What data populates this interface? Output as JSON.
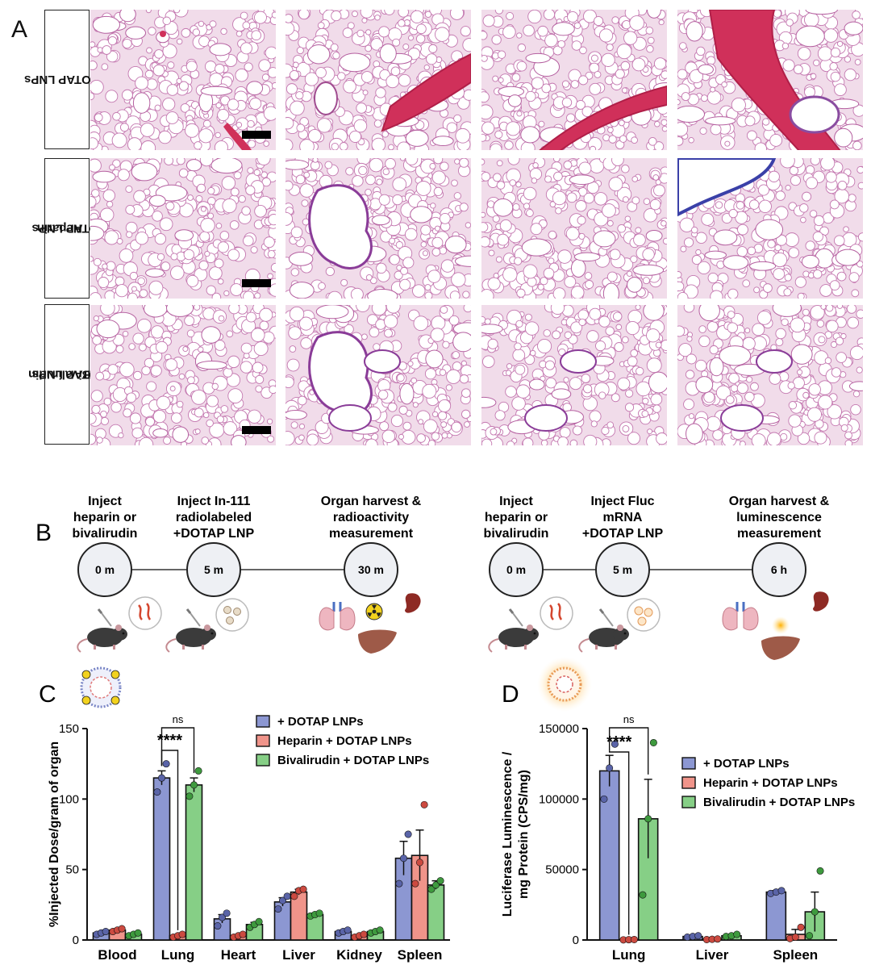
{
  "panel_labels": [
    "A",
    "B",
    "C",
    "D"
  ],
  "panel_a": {
    "rows": [
      {
        "label_lines": [
          "+ DOTAP LNPs"
        ],
        "variant": "clot"
      },
      {
        "label_lines": [
          "Heparin",
          "+ DOTAP LNPs"
        ],
        "variant": "hep"
      },
      {
        "label_lines": [
          "Bivalirudin",
          "+ DOTAP LNPs"
        ],
        "variant": "biv"
      }
    ]
  },
  "panel_b": {
    "timeline_1": {
      "steps": [
        {
          "label_lines": [
            "Inject",
            "heparin or",
            "bivalirudin"
          ],
          "time": "0 m"
        },
        {
          "label_lines": [
            "Inject In-111",
            "radiolabeled",
            "+DOTAP LNP"
          ],
          "time": "5 m"
        },
        {
          "label_lines": [
            "Organ harvest &",
            "radioactivity",
            "measurement"
          ],
          "time": "30 m"
        }
      ]
    },
    "timeline_2": {
      "steps": [
        {
          "label_lines": [
            "Inject",
            "heparin or",
            "bivalirudin"
          ],
          "time": "0 m"
        },
        {
          "label_lines": [
            "Inject Fluc",
            "mRNA",
            "+DOTAP LNP"
          ],
          "time": "5 m"
        },
        {
          "label_lines": [
            "Organ harvest &",
            "luminescence",
            "measurement"
          ],
          "time": "6 h"
        }
      ]
    }
  },
  "colors": {
    "dotap": "#8c97d2",
    "heparin": "#f0948a",
    "bivalirudin": "#86cf86",
    "dotap_dot": "#5a64a8",
    "heparin_dot": "#cc4a40",
    "bivalirudin_dot": "#3e9a3e"
  },
  "chart_data": [
    {
      "panel": "C",
      "type": "bar",
      "ylabel": "%Injected Dose/gram of organ",
      "ylim": [
        0,
        150
      ],
      "yticks": [
        0,
        50,
        100,
        150
      ],
      "categories": [
        "Blood",
        "Lung",
        "Heart",
        "Liver",
        "Kidney",
        "Spleen"
      ],
      "series": [
        {
          "name": "+ DOTAP LNPs",
          "color_key": "dotap",
          "values": [
            5,
            115,
            15,
            27,
            6,
            58
          ],
          "errors": [
            1,
            5,
            3,
            3,
            1,
            12
          ],
          "points": [
            [
              4,
              5,
              6
            ],
            [
              105,
              115,
              125
            ],
            [
              10,
              16,
              19
            ],
            [
              22,
              28,
              31
            ],
            [
              5,
              6,
              7
            ],
            [
              40,
              58,
              75
            ]
          ]
        },
        {
          "name": "Heparin + DOTAP LNPs",
          "color_key": "heparin",
          "values": [
            7,
            3,
            3,
            34,
            3,
            60
          ],
          "errors": [
            1,
            0.5,
            0.5,
            2,
            0.5,
            18
          ],
          "points": [
            [
              6,
              7,
              8
            ],
            [
              2,
              3,
              4
            ],
            [
              2,
              3,
              4
            ],
            [
              31,
              35,
              36
            ],
            [
              2,
              3,
              4
            ],
            [
              40,
              55,
              96
            ]
          ]
        },
        {
          "name": "Bivalirudin + DOTAP LNPs",
          "color_key": "bivalirudin",
          "values": [
            4,
            110,
            11,
            18,
            6,
            39
          ],
          "errors": [
            0.5,
            5,
            1.5,
            1,
            0.5,
            3
          ],
          "points": [
            [
              3,
              4,
              5
            ],
            [
              102,
              110,
              120
            ],
            [
              9,
              11,
              13
            ],
            [
              17,
              18,
              19
            ],
            [
              5,
              6,
              7
            ],
            [
              36,
              39,
              42
            ]
          ]
        }
      ],
      "annotations": [
        {
          "text": "****",
          "from_cat": 1,
          "from_series": 0,
          "to_series": 1
        },
        {
          "text": "ns",
          "from_cat": 1,
          "from_series": 0,
          "to_series": 2
        }
      ],
      "legend_position": "top-right"
    },
    {
      "panel": "D",
      "type": "bar",
      "ylabel": "Luciferase Luminescence / mg Protein (CPS/mg)",
      "ylabel_lines": [
        "Luciferase Luminescence /",
        "mg Protein (CPS/mg)"
      ],
      "ylim": [
        0,
        150000
      ],
      "yticks": [
        0,
        50000,
        100000,
        150000
      ],
      "categories": [
        "Lung",
        "Liver",
        "Spleen"
      ],
      "series": [
        {
          "name": "+ DOTAP LNPs",
          "color_key": "dotap",
          "values": [
            120000,
            2500,
            34000
          ],
          "errors": [
            11000,
            400,
            1000
          ],
          "points": [
            [
              100000,
              122000,
              139000
            ],
            [
              2000,
              2500,
              3000
            ],
            [
              33000,
              34000,
              35000
            ]
          ]
        },
        {
          "name": "Heparin + DOTAP LNPs",
          "color_key": "heparin",
          "values": [
            200,
            500,
            4000
          ],
          "errors": [
            100,
            200,
            3500
          ],
          "points": [
            [
              100,
              200,
              300
            ],
            [
              300,
              500,
              700
            ],
            [
              1000,
              2000,
              9000
            ]
          ]
        },
        {
          "name": "Bivalirudin + DOTAP LNPs",
          "color_key": "bivalirudin",
          "values": [
            86000,
            3000,
            20000
          ],
          "errors": [
            28000,
            1000,
            14000
          ],
          "points": [
            [
              32000,
              86000,
              140000
            ],
            [
              2500,
              3000,
              4000
            ],
            [
              3000,
              20000,
              49000
            ]
          ]
        }
      ],
      "annotations": [
        {
          "text": "****",
          "from_cat": 0,
          "from_series": 0,
          "to_series": 1
        },
        {
          "text": "ns",
          "from_cat": 0,
          "from_series": 0,
          "to_series": 2
        }
      ],
      "legend_position": "top-right"
    }
  ]
}
